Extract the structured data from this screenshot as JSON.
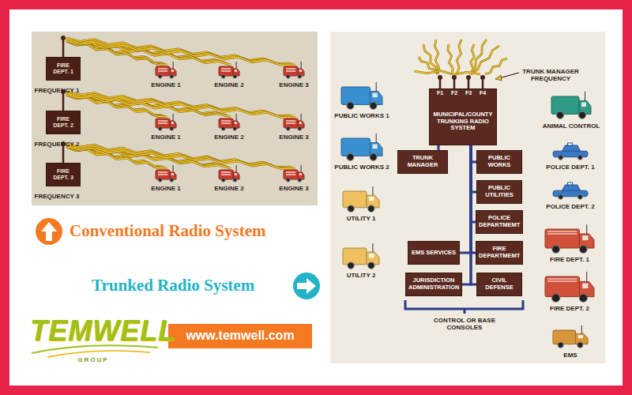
{
  "diagram": {
    "nodes": [
      {
        "text": [
          "FIRE DEPT. 1"
        ]
      },
      {
        "text": [
          "FIRE DEPT. 2"
        ]
      },
      {
        "text": [
          "FIRE DEPT. 3"
        ]
      },
      {
        "text": [
          "MUNICIPAL/COUNTY TRUNKING RADIO SYSTEM"
        ]
      },
      {
        "text": [
          "TRUNK MANAGER"
        ]
      },
      {
        "text": [
          "PUBLIC WORKS"
        ]
      },
      {
        "text": [
          "PUBLIC UTILITIES"
        ]
      },
      {
        "text": [
          "POLICE DEPARTMEMT"
        ]
      },
      {
        "text": [
          "EMS SERVICES"
        ]
      },
      {
        "text": [
          "FIRE DEPARTMEMT"
        ]
      },
      {
        "text": [
          "JURISDICTION ADMINISTRATION"
        ]
      },
      {
        "text": [
          "CIVIL DEFENSE"
        ]
      }
    ],
    "edges": [
      {
        "from": 3,
        "to": 4,
        "arrow": "none"
      },
      {
        "from": 3,
        "to": 5,
        "arrow": "none"
      },
      {
        "from": 3,
        "to": 6,
        "arrow": "none"
      },
      {
        "from": 3,
        "to": 7,
        "arrow": "none"
      },
      {
        "from": 3,
        "to": 8,
        "arrow": "none"
      },
      {
        "from": 3,
        "to": 9,
        "arrow": "none"
      },
      {
        "from": 3,
        "to": 10,
        "arrow": "none"
      },
      {
        "from": 3,
        "to": 11,
        "arrow": "none"
      }
    ],
    "labels": [
      "FREQUENCY 1",
      "ENGINE 1",
      "ENGINE 2",
      "ENGINE 3",
      "FREQUENCY 2",
      "ENGINE 1",
      "ENGINE 2",
      "ENGINE 3",
      "FREQUENCY 3",
      "ENGINE 1",
      "ENGINE 2",
      "ENGINE 3",
      "Conventional Radio System",
      "Trunked Radio System",
      "TEMWELL",
      "GROUP",
      "www.temwell.com",
      "F1",
      "F2",
      "F3",
      "F4",
      "TRUNK MANAGER FREQUENCY",
      "PUBLIC WORKS 1",
      "PUBLIC WORKS 2",
      "UTILITY 1",
      "UTILITY 2",
      "ANIMAL CONTROL",
      "POLICE DEPT. 1",
      "POLICE DEPT. 2",
      "FIRE DEPT. 1",
      "FIRE DEPT. 2",
      "EMS",
      "CONTROL OR BASE CONSOLES"
    ]
  }
}
